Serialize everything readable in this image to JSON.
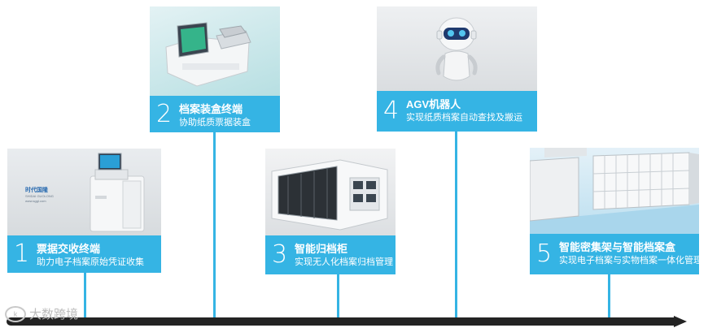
{
  "items": [
    {
      "number": "1",
      "title": "票据交收终端",
      "subtitle": "助力电子档案原始凭证收集",
      "device_text": {
        "brand": "时代国隆",
        "line2": "SHIDAI GUOLONG",
        "line3": "www.sggl.com"
      }
    },
    {
      "number": "2",
      "title": "档案装盒终端",
      "subtitle": "协助纸质票据装盒"
    },
    {
      "number": "3",
      "title": "智能归档柜",
      "subtitle": "实现无人化档案归档管理"
    },
    {
      "number": "4",
      "title": "AGV机器人",
      "subtitle": "实现纸质档案自动查找及搬运"
    },
    {
      "number": "5",
      "title": "智能密集架与智能档案盒",
      "subtitle": "实现电子档案与实物档案一体化管理"
    }
  ],
  "watermark": {
    "logo_text": "k",
    "text": "大数跨境"
  },
  "colors": {
    "accent": "#35b4e4",
    "timeline": "#232323"
  }
}
